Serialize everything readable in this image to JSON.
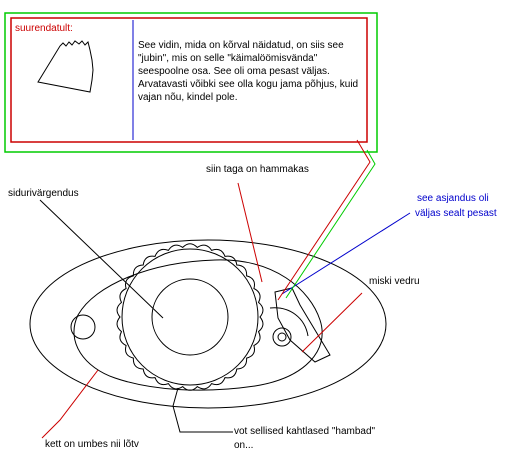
{
  "inset": {
    "title": "suurendatult:",
    "description": "See vidin, mida on kõrval näidatud, on siis see \"jubin\", mis on selle \"käimalöömisvända\" seespoolne osa. See oli oma pesast väljas. Arvatavasti võibki see olla kogu jama põhjus, kuid vajan nõu, kindel pole."
  },
  "labels": {
    "hammakas": "siin taga on hammakas",
    "siduri": "sidurivärgendus",
    "asjandus_line1": "see asjandus oli",
    "asjandus_line2": "väljas sealt pesast",
    "vedru": "miski vedru",
    "kett": "kett on umbes nii lõtv",
    "hambad_line1": "vot sellised kahtlased \"hambad\"",
    "hambad_line2": "on..."
  },
  "colors": {
    "red": "#cc0000",
    "green": "#00cc00",
    "blue": "#0000cc",
    "ink": "#000000"
  }
}
